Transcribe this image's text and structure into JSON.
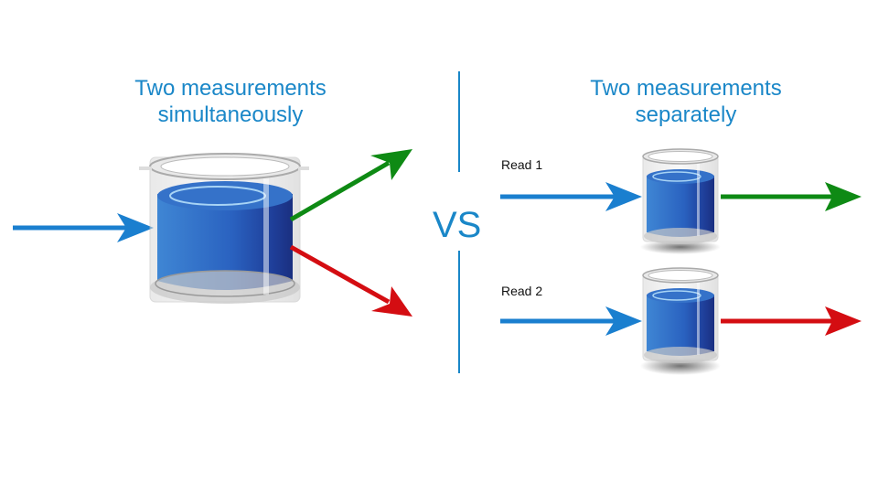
{
  "left_panel": {
    "title_line1": "Two measurements",
    "title_line2": "simultaneously"
  },
  "divider": {
    "label": "VS"
  },
  "right_panel": {
    "title_line1": "Two measurements",
    "title_line2": "separately",
    "reads": [
      {
        "label": "Read 1",
        "output_color": "#0e8a14"
      },
      {
        "label": "Read 2",
        "output_color": "#d40d12"
      }
    ]
  },
  "colors": {
    "accent": "#1a87c8",
    "input_arrow": "#1a7fcf",
    "green_arrow": "#0e8a14",
    "red_arrow": "#d40d12",
    "liquid": "#2a62c0"
  }
}
